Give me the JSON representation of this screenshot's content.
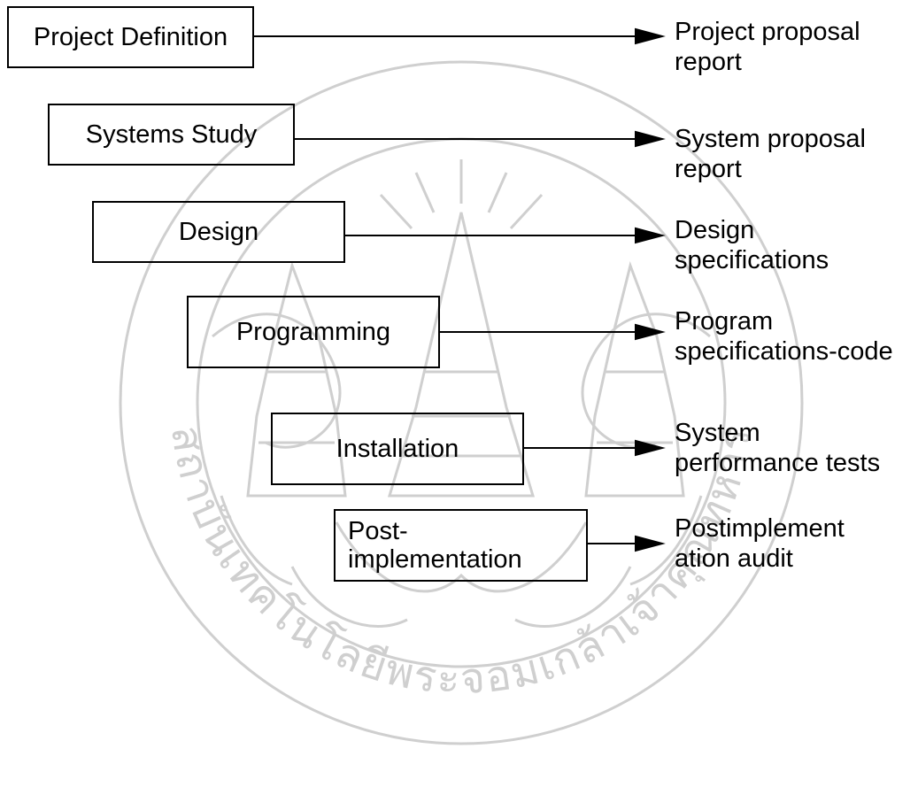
{
  "diagram": {
    "stages": [
      {
        "label": "Project Definition",
        "output": "Project proposal\nreport"
      },
      {
        "label": "Systems Study",
        "output": "System proposal\nreport"
      },
      {
        "label": "Design",
        "output": "Design\nspecifications"
      },
      {
        "label": "Programming",
        "output": "Program\nspecifications-code"
      },
      {
        "label": "Installation",
        "output": "System\nperformance tests"
      },
      {
        "label": "Post-\nimplementation",
        "output": "Postimplement\nation audit"
      }
    ]
  },
  "watermark": {
    "description_icon": "university-seal-icon",
    "arc_text": "สถาบันเทคโนโลยีพระจอมเกล้าเจ้าคุณทหาร",
    "color": "#cfcfcf"
  },
  "colors": {
    "line": "#000000",
    "text": "#000000",
    "background": "#ffffff"
  }
}
